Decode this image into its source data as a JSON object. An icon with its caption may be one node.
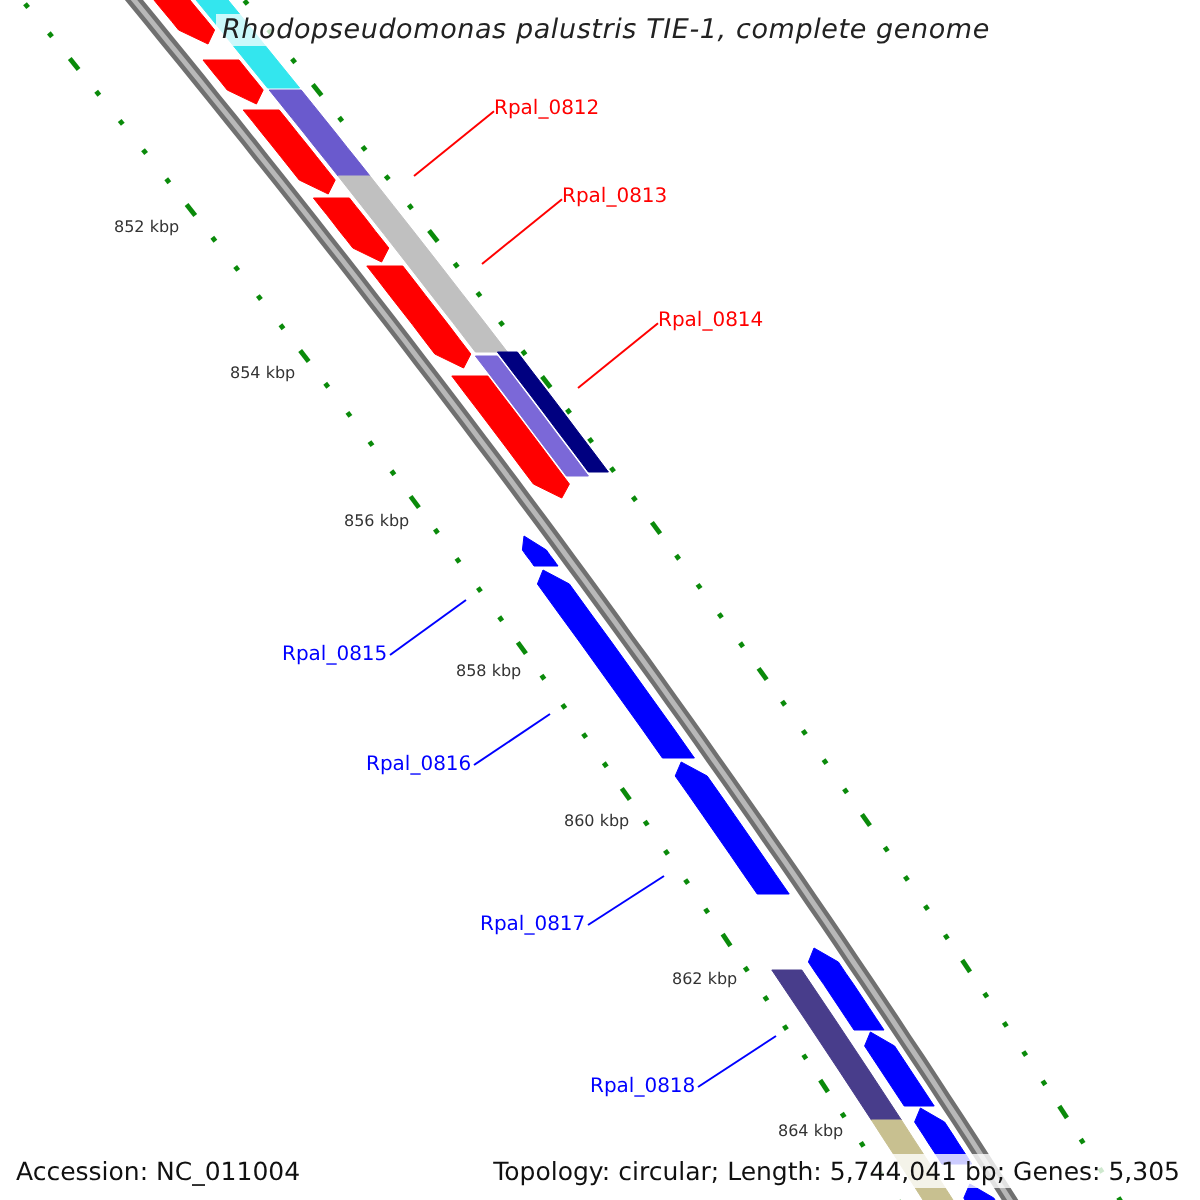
{
  "diagram": {
    "title": "Rhodopseudomonas palustris TIE-1, complete genome",
    "nodes": [
      {
        "text": [
          "Rpal_0812"
        ]
      },
      {
        "text": [
          "Rpal_0813"
        ]
      },
      {
        "text": [
          "Rpal_0814"
        ]
      },
      {
        "text": [
          "Rpal_0815"
        ]
      },
      {
        "text": [
          "Rpal_0816"
        ]
      },
      {
        "text": [
          "Rpal_0817"
        ]
      },
      {
        "text": [
          "Rpal_0818"
        ]
      }
    ],
    "edges": [
      {
        "from": 0,
        "to": null,
        "arrow": "none",
        "color": "#ff0000"
      },
      {
        "from": 1,
        "to": null,
        "arrow": "none",
        "color": "#ff0000"
      },
      {
        "from": 2,
        "to": null,
        "arrow": "none",
        "color": "#ff0000"
      },
      {
        "from": 3,
        "to": null,
        "arrow": "none"
      },
      {
        "from": 4,
        "to": null,
        "arrow": "none"
      },
      {
        "from": 5,
        "to": null,
        "arrow": "none"
      },
      {
        "from": 6,
        "to": null,
        "arrow": "none"
      }
    ],
    "labels": [
      "852 kbp",
      "854 kbp",
      "856 kbp",
      "858 kbp",
      "860 kbp",
      "862 kbp",
      "864 kbp",
      "Accession: NC_011004",
      "Topology: circular; Length: 5,744,041 bp; Genes: 5,305"
    ]
  }
}
